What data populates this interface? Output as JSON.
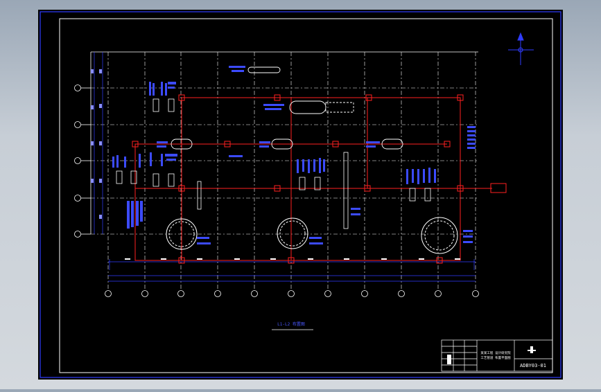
{
  "sheet": {
    "caption": "L1-L2 布置图",
    "drawing_number": "ADBY03-01",
    "title_block_lines": [
      "某某工程 设计研究院",
      "工艺管道 布置平面图"
    ]
  },
  "grid": {
    "column_labels": [
      "",
      "",
      "",
      "",
      "",
      "",
      "",
      "",
      "",
      "",
      ""
    ],
    "row_labels": [
      "",
      "",
      "",
      "",
      ""
    ]
  },
  "colors": {
    "background": "#000000",
    "frame": "#ffffff",
    "sheet_border": "#0000ff",
    "grid": "#ffffff",
    "dimension": "#2f3cff",
    "pipe": "#ff2020",
    "equipment": "#ffffff"
  }
}
